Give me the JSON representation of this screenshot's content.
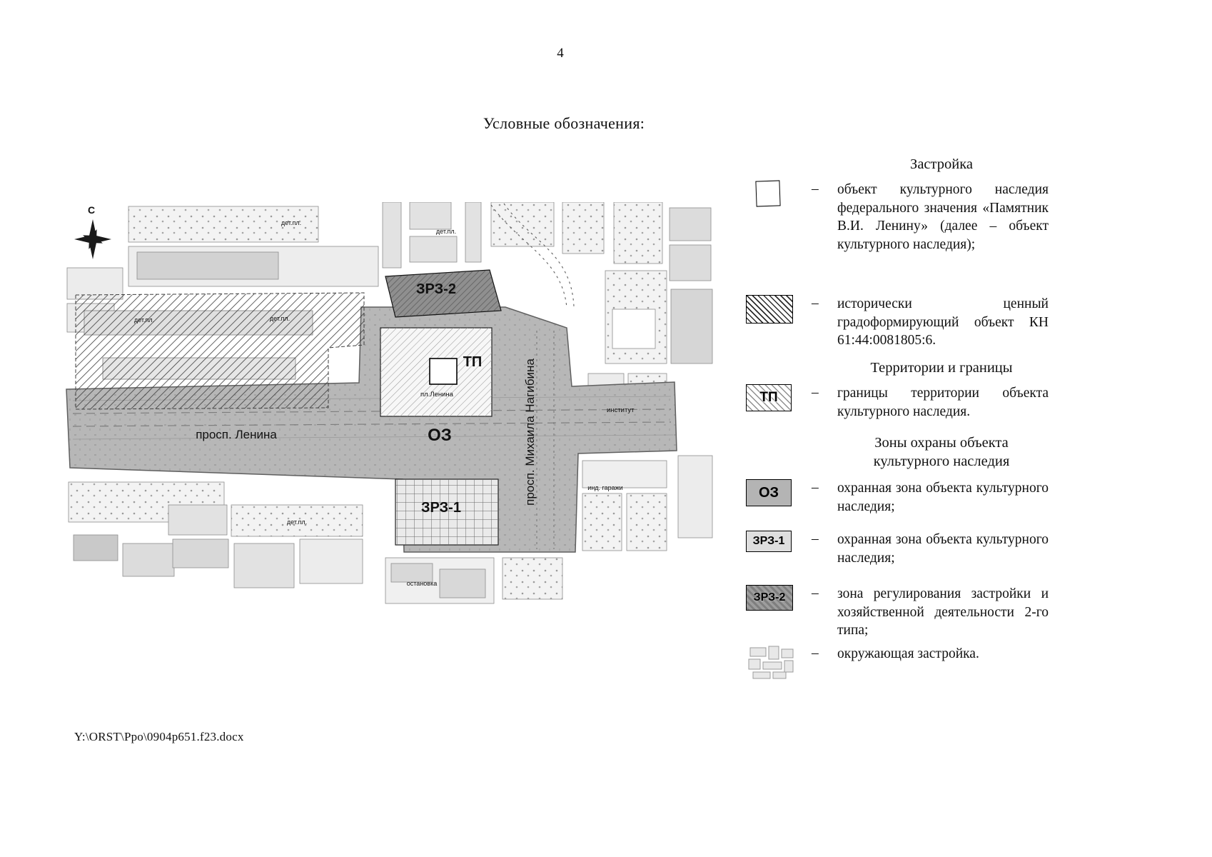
{
  "page": {
    "number": "4",
    "title": "Условные обозначения:",
    "footer_path": "Y:\\ORST\\Ppo\\0904p651.f23.docx"
  },
  "map": {
    "compass": "С",
    "zones": {
      "zrz2": "ЗРЗ-2",
      "tp": "ТП",
      "oz": "ОЗ",
      "zrz1": "ЗРЗ-1"
    },
    "streets": {
      "lenina": "просп. Ленина",
      "nagibina": "просп. Михаила Нагибина"
    },
    "minor": {
      "pl_lenina": "пл.Ленина",
      "institut": "институт",
      "det_pl": "дет.пл.",
      "garages": "инд. гаражи",
      "stop": "остановка"
    }
  },
  "legend": {
    "dash": "–",
    "heading_zastroika": "Застройка",
    "heading_territorii": "Территории и границы",
    "heading_zony": "Зоны охраны объекта культурного наследия",
    "items": [
      {
        "id": "object",
        "text": "объект культурного наследия федерального значения «Памятник В.И. Ленину» (далее – объект культурного наследия);"
      },
      {
        "id": "historic",
        "text": "исторически ценный градоформирующий объект КН 61:44:0081805:6."
      },
      {
        "id": "tp",
        "symbol": "ТП",
        "text": "границы территории объекта культурного наследия."
      },
      {
        "id": "oz",
        "symbol": "ОЗ",
        "text": "охранная зона объекта культурного наследия;"
      },
      {
        "id": "zrz1",
        "symbol": "ЗРЗ-1",
        "text": "охранная зона объекта культурного наследия;"
      },
      {
        "id": "zrz2",
        "symbol": "ЗРЗ-2",
        "text": "зона регулирования застройки и хозяйственной деятельности 2-го типа;"
      },
      {
        "id": "surround",
        "text": "окружающая застройка."
      }
    ],
    "colors": {
      "oz_fill": "#b4b4b4",
      "zrz1_fill": "#dedede",
      "zrz2_fill": "#8f8f8f"
    }
  }
}
